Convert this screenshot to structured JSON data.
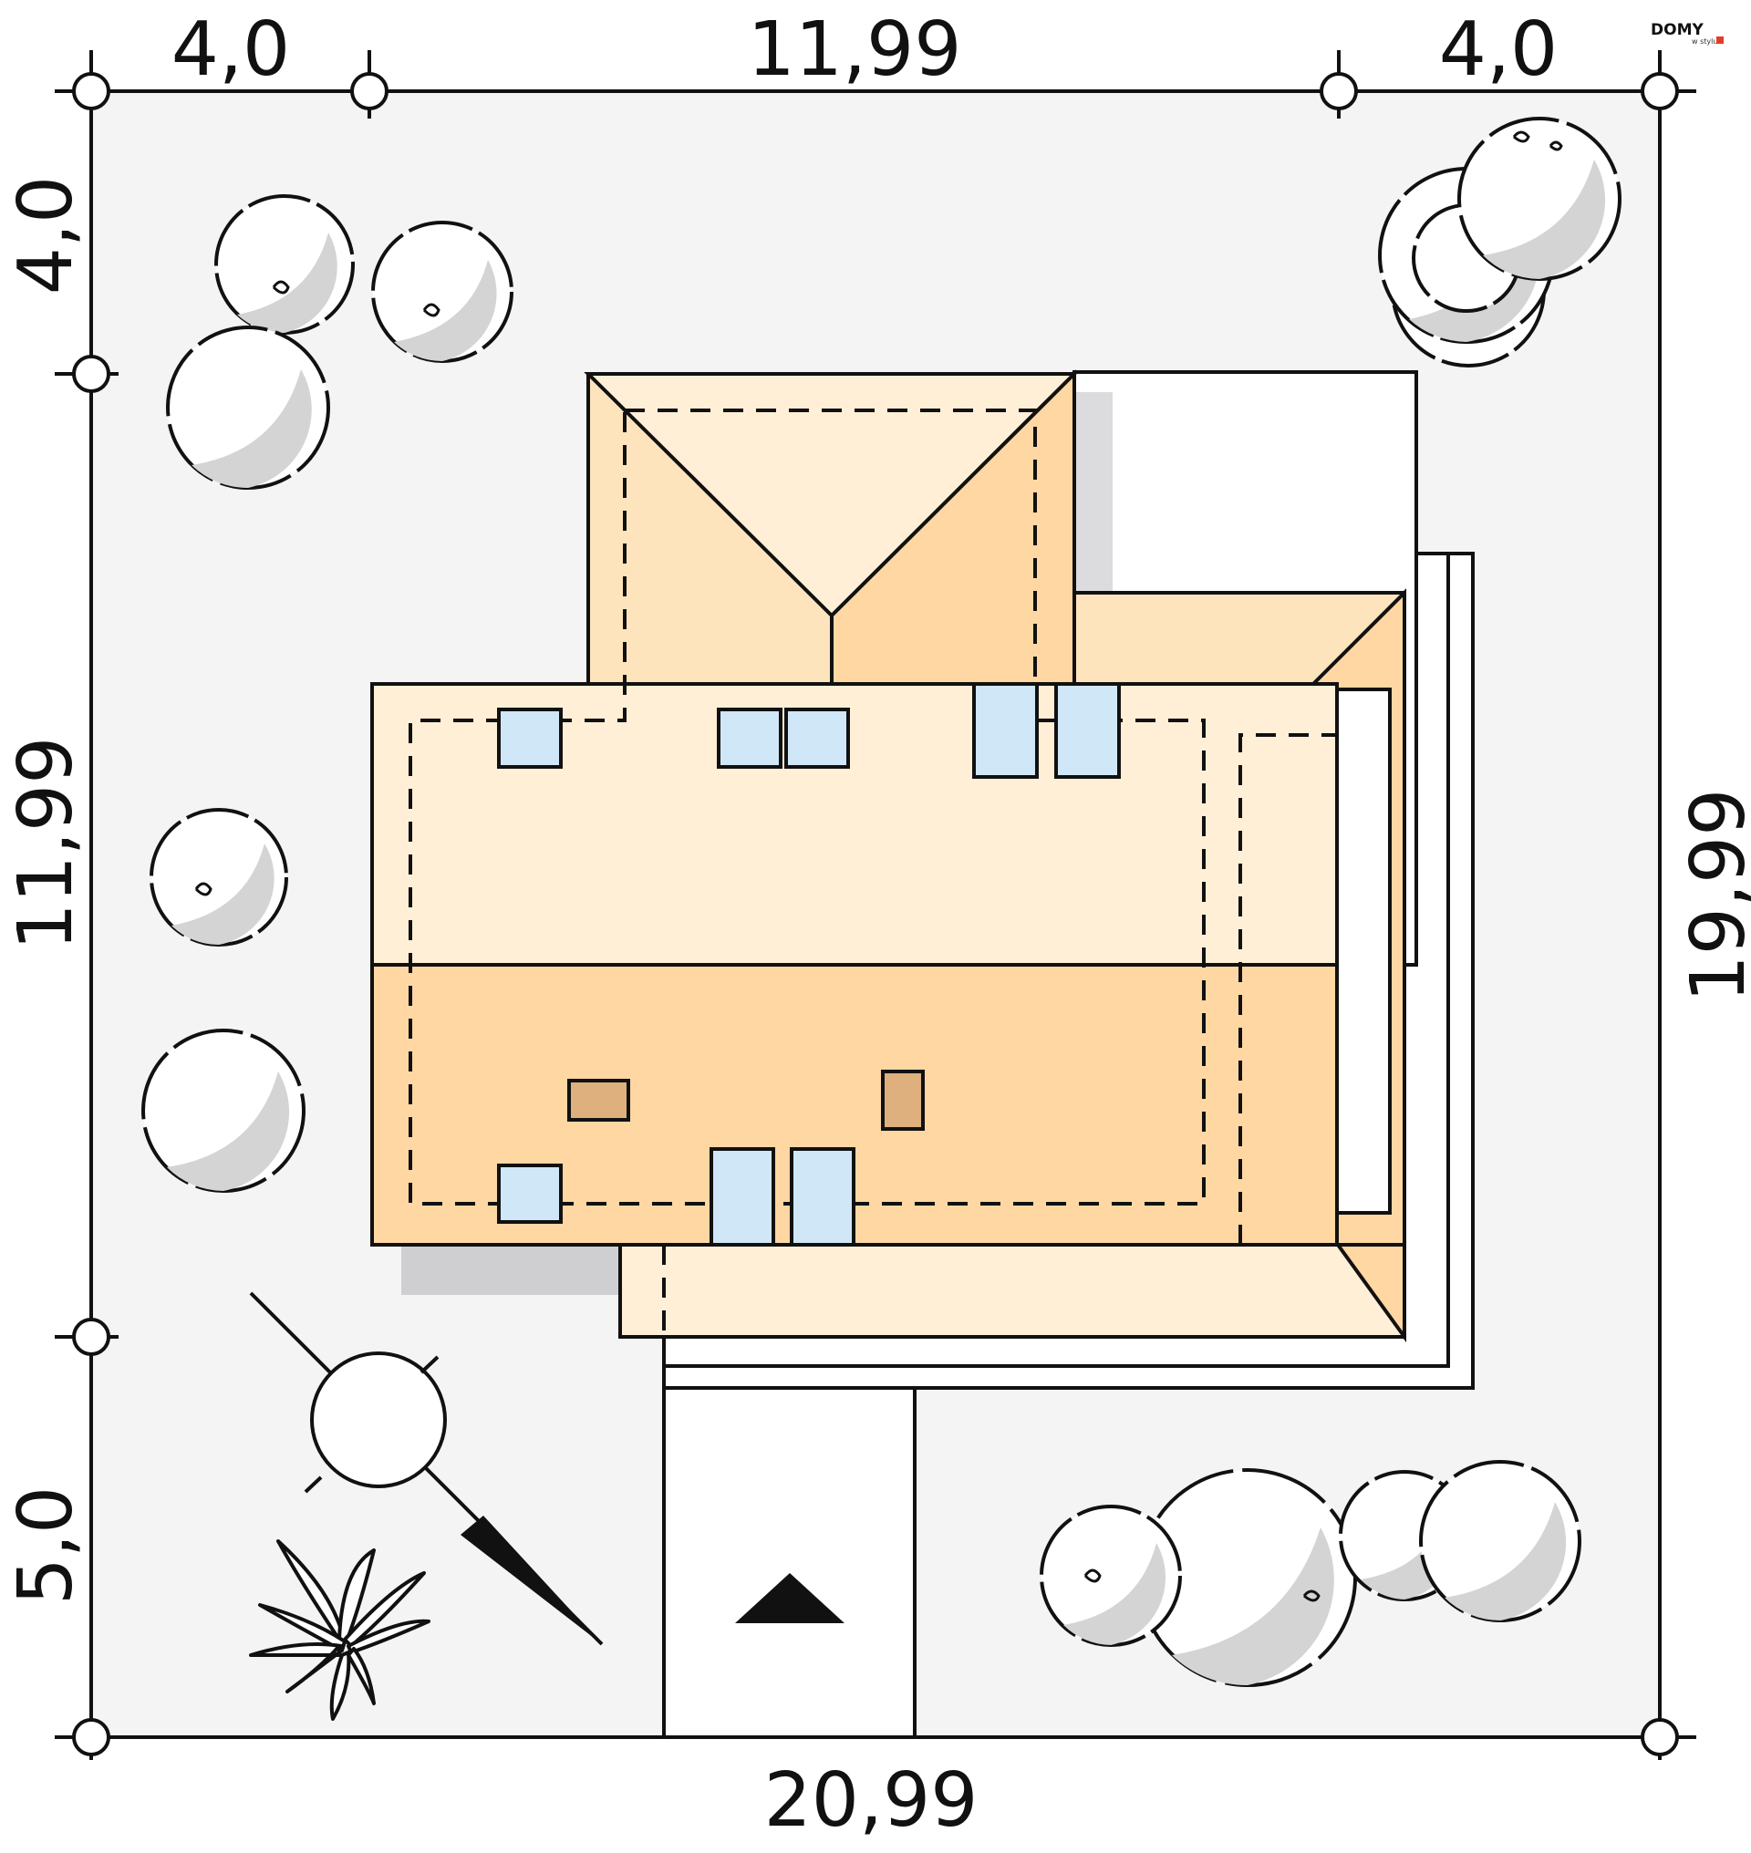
{
  "dimensions": {
    "top_left": "4,0",
    "top_middle": "11,99",
    "top_right": "4,0",
    "left_top": "4,0",
    "left_middle": "11,99",
    "left_bottom": "5,0",
    "right": "19,99",
    "bottom": "20,99"
  },
  "logo": {
    "main": "DOMY",
    "sub": "w stylu"
  },
  "colors": {
    "plot": "#f4f4f5",
    "roof_light": "#ffefd6",
    "roof_mid": "#fee4bd",
    "roof_dark": "#fed7a3",
    "window": "#cfe7f6",
    "chimney": "#deb07e",
    "tree_shade": "#d4d4d4",
    "line": "#111111"
  },
  "icons": [
    "compass-icon",
    "north-arrow-icon",
    "entrance-arrow-icon",
    "tree-icon",
    "shrub-icon",
    "agave-plant-icon"
  ]
}
